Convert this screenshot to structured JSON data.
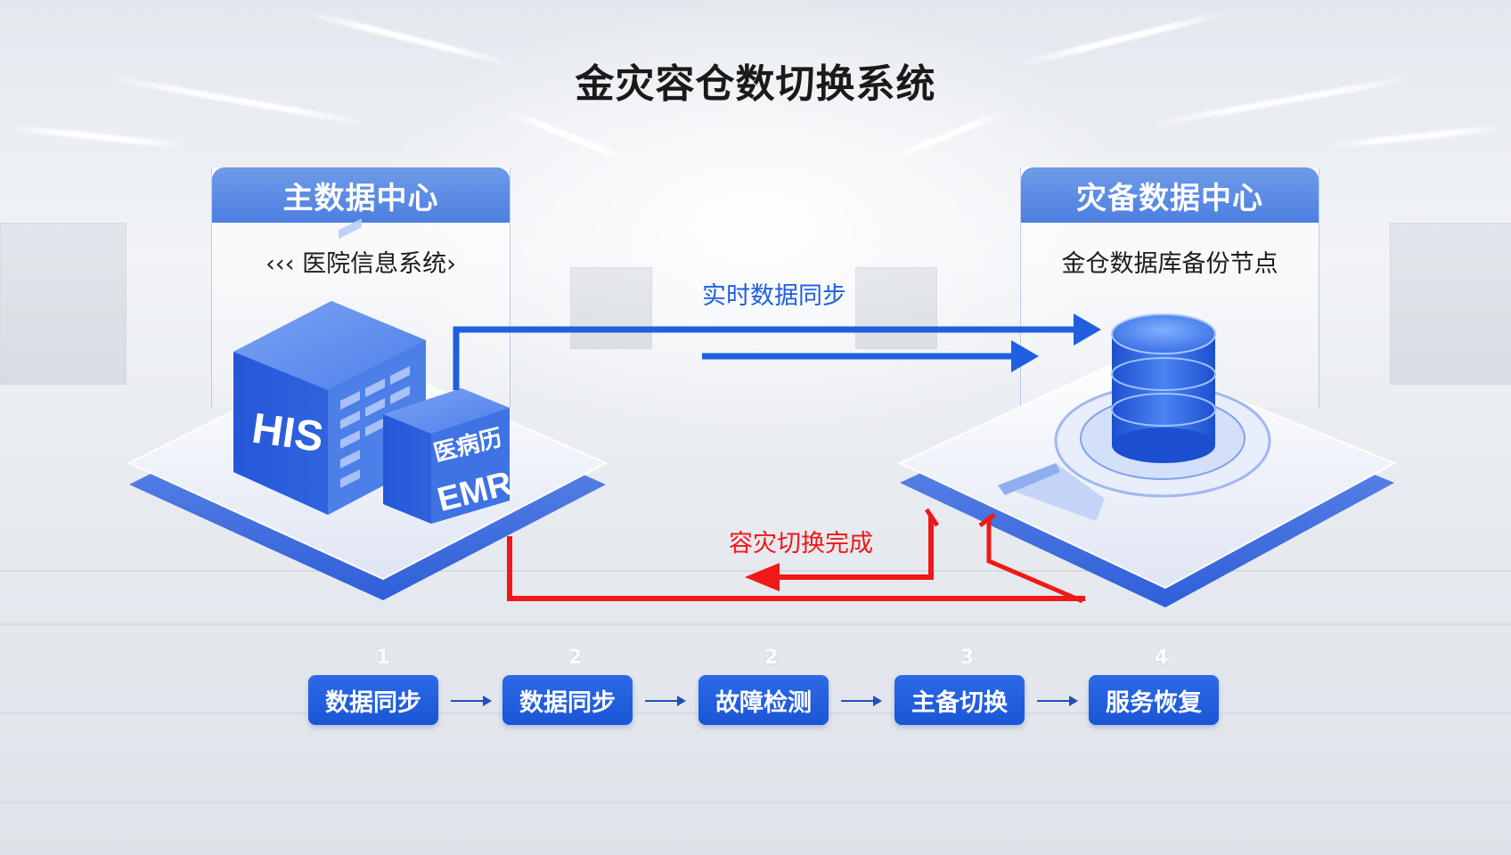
{
  "title": "金灾容仓数切换系统",
  "primary": {
    "header": "主数据中心",
    "subtitle": "‹‹‹ 医院信息系统›",
    "his_label": "HIS",
    "emr_label": "EMR",
    "emr_cn_label": "医病历"
  },
  "backup": {
    "header": "灾备数据中心",
    "subtitle": "金仓数据库备份节点"
  },
  "flows": {
    "sync_label": "实时数据同步",
    "failover_label": "容灾切换完成",
    "sync_color": "#1f5fe0",
    "failover_color": "#f01818"
  },
  "steps": [
    {
      "number": "1",
      "label": "数据同步"
    },
    {
      "number": "2",
      "label": "数据同步"
    },
    {
      "number": "2",
      "label": "故障检测"
    },
    {
      "number": "3",
      "label": "主备切换"
    },
    {
      "number": "4",
      "label": "服务恢复"
    }
  ],
  "colors": {
    "accent": "#2c6ae6",
    "header": "#5a8ae3"
  }
}
